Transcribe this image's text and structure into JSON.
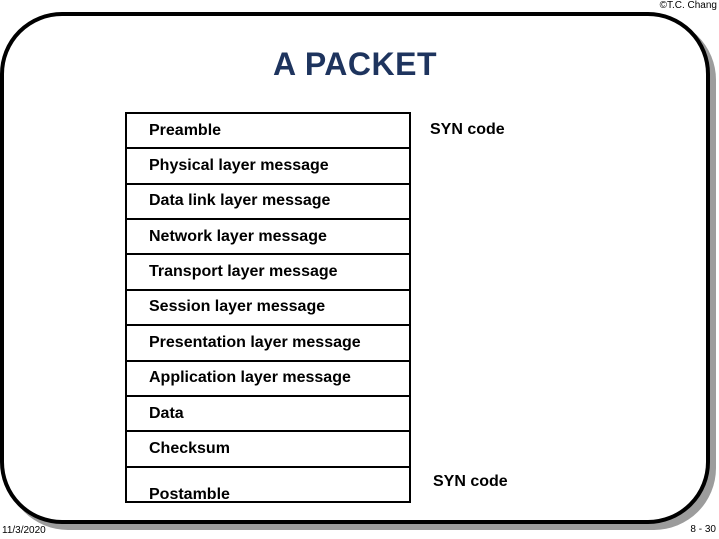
{
  "slide": {
    "copyright": "©T.C. Chang",
    "title": "A PACKET",
    "packet_fields": [
      "Preamble",
      "Physical layer message",
      "Data link layer message",
      "Network layer message",
      "Transport layer message",
      "Session layer message",
      "Presentation layer message",
      "Application layer message",
      "Data",
      "Checksum",
      "Postamble"
    ],
    "annotations": {
      "syn_code_top": "SYN code",
      "syn_code_bottom": "SYN code"
    },
    "footer": {
      "date": "11/3/2020",
      "page": "8 - 30"
    },
    "colors": {
      "title_text": "#1e345e",
      "diagram_text": "#000000",
      "slide_border": "#000000",
      "slide_shadow": "#9c9c9c",
      "background": "#ffffff"
    }
  }
}
